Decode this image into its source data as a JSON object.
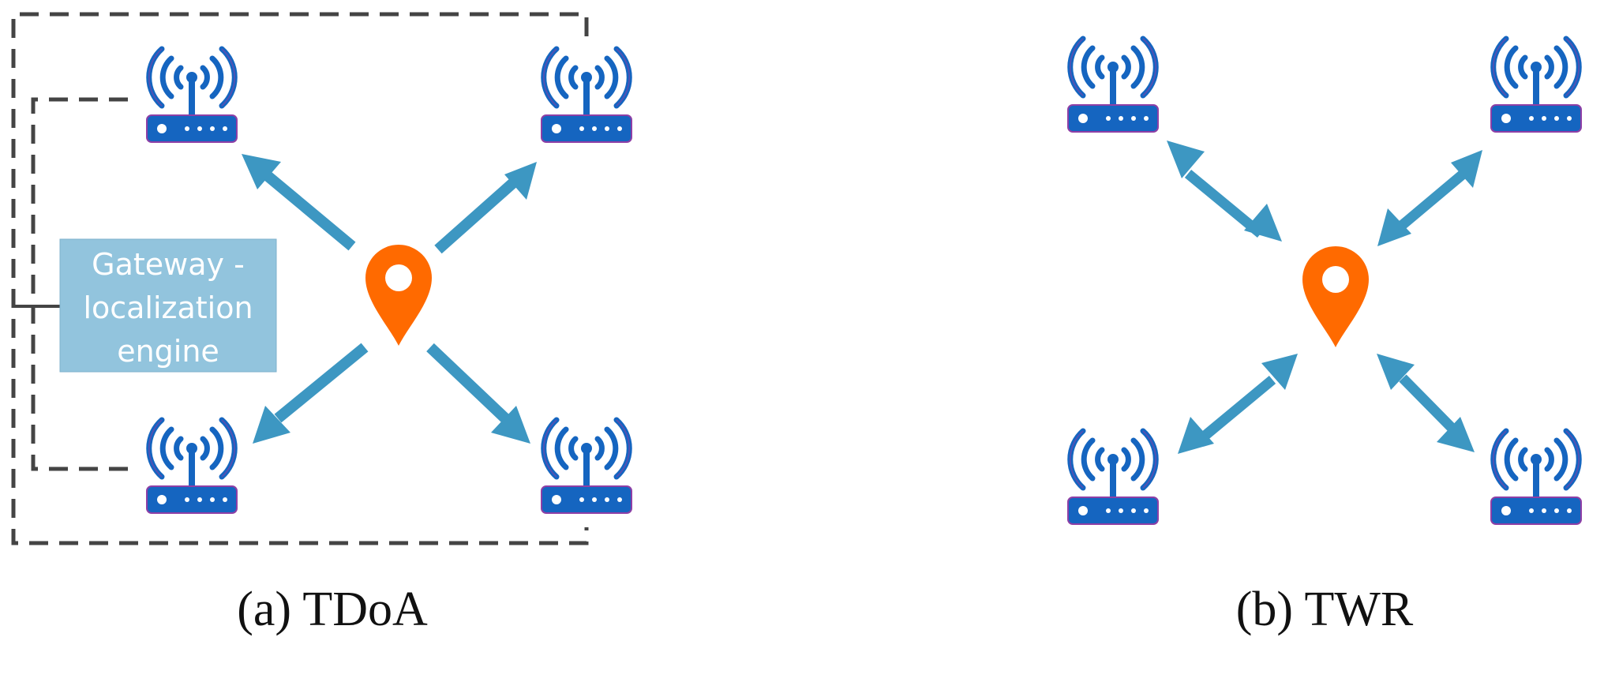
{
  "panels": [
    {
      "caption": "(a) TDoA",
      "gateway": {
        "lines": [
          "Gateway -",
          "localization",
          "engine"
        ]
      }
    },
    {
      "caption": "(b) TWR"
    }
  ],
  "colors": {
    "router": "#1565c0",
    "router_outline": "#8e3fa6",
    "arrow": "#3d97c2",
    "pin": "#ff6a00",
    "gateway_box": "#92c4dd",
    "dashed_line": "#444444"
  },
  "icons": [
    "router-icon",
    "location-pin-icon"
  ]
}
